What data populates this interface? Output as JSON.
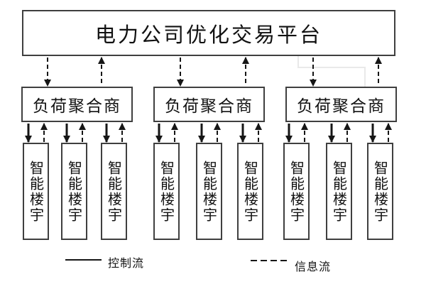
{
  "diagram": {
    "title": "电力公司优化交易平台",
    "aggregators": [
      {
        "label": "负荷聚合商"
      },
      {
        "label": "负荷聚合商"
      },
      {
        "label": "负荷聚合商"
      }
    ],
    "buildings": [
      {
        "label": "智能楼宇"
      },
      {
        "label": "智能楼宇"
      },
      {
        "label": "智能楼宇"
      },
      {
        "label": "智能楼宇"
      },
      {
        "label": "智能楼宇"
      },
      {
        "label": "智能楼宇"
      },
      {
        "label": "智能楼宇"
      },
      {
        "label": "智能楼宇"
      },
      {
        "label": "智能楼宇"
      }
    ],
    "legend": {
      "control_label": "控制流",
      "control_style": "solid",
      "info_label": "信息流",
      "info_style": "dashed"
    },
    "colors": {
      "line": "#161616",
      "box_border": "#3f3f3f",
      "background": "#ffffff",
      "artifact": "#e9e9e9"
    }
  }
}
